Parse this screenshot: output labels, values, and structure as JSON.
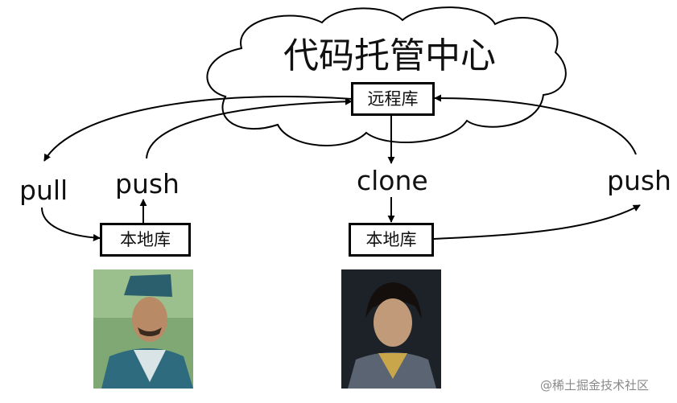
{
  "cloud": {
    "title": "代码托管中心"
  },
  "nodes": {
    "remote": "远程库",
    "local_left": "本地库",
    "local_right": "本地库"
  },
  "edges": {
    "pull": "pull",
    "push_left": "push",
    "clone": "clone",
    "push_right": "push"
  },
  "watermark": "@稀土掘金技术社区"
}
